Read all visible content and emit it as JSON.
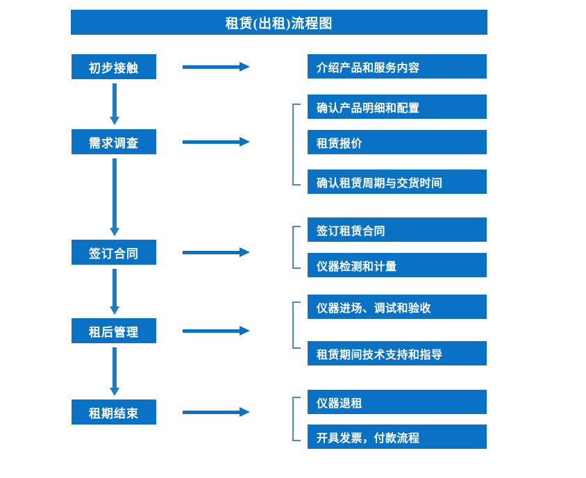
{
  "title": "租赁(出租)流程图",
  "colors": {
    "accent": "#0A72C4",
    "arrow": "#1E7BC4",
    "bracket": "#4A86C8",
    "text_on_accent": "#FFFFFF",
    "background": "#FFFFFF"
  },
  "stages": [
    {
      "label": "初步接触"
    },
    {
      "label": "需求调查"
    },
    {
      "label": "签订合同"
    },
    {
      "label": "租后管理"
    },
    {
      "label": "租期结束"
    }
  ],
  "details": [
    {
      "label": "介绍产品和服务内容"
    },
    {
      "label": "确认产品明细和配置"
    },
    {
      "label": "租赁报价"
    },
    {
      "label": "确认租赁周期与交货时间"
    },
    {
      "label": "签订租赁合同"
    },
    {
      "label": "仪器检测和计量"
    },
    {
      "label": "仪器进场、调试和验收"
    },
    {
      "label": "租赁期间技术支持和指导"
    },
    {
      "label": "仪器退租"
    },
    {
      "label": "开具发票，付款流程"
    }
  ],
  "groups": [
    {
      "stage": "需求调查",
      "details": [
        "确认产品明细和配置",
        "租赁报价",
        "确认租赁周期与交货时间"
      ]
    },
    {
      "stage": "签订合同",
      "details": [
        "签订租赁合同",
        "仪器检测和计量"
      ]
    },
    {
      "stage": "租后管理",
      "details": [
        "仪器进场、调试和验收",
        "租赁期间技术支持和指导"
      ]
    },
    {
      "stage": "租期结束",
      "details": [
        "仪器退租",
        "开具发票，付款流程"
      ]
    }
  ],
  "connectors": {
    "stage_to_detail": "right-arrow",
    "stage_to_stage": "down-arrow"
  }
}
